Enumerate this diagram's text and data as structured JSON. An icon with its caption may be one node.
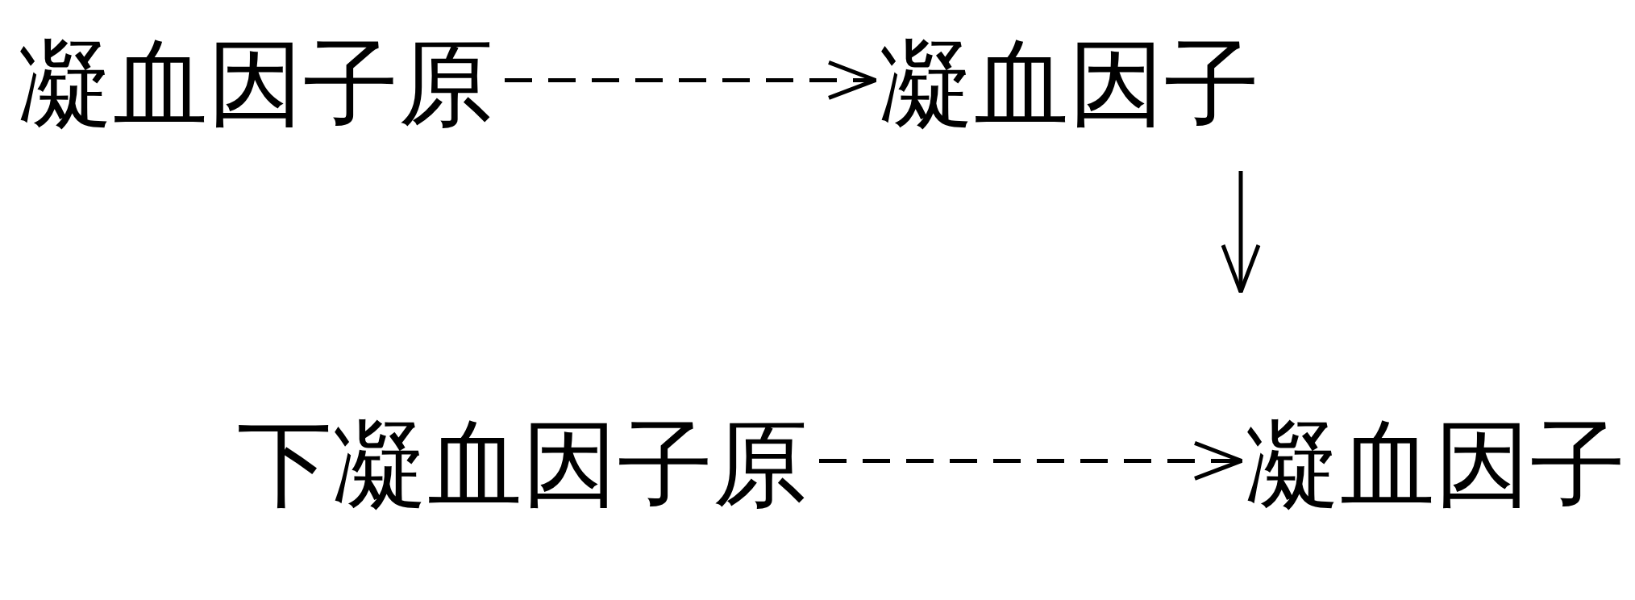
{
  "diagram": {
    "nodes": [
      {
        "text": [
          "凝血因子原"
        ]
      },
      {
        "text": [
          "凝血因子"
        ]
      },
      {
        "text": [
          "下凝血因子原"
        ]
      },
      {
        "text": [
          "凝血因子"
        ]
      }
    ],
    "edges": [
      {
        "from": 0,
        "to": 1,
        "arrow": "to",
        "style": "dashed"
      },
      {
        "from": 1,
        "to": null,
        "arrow": "to"
      },
      {
        "from": 2,
        "to": 3,
        "arrow": "to",
        "style": "dashed"
      }
    ]
  }
}
